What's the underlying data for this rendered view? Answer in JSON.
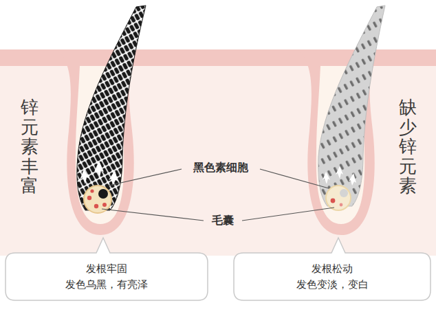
{
  "diagram": {
    "nodes": [
      {
        "text": [
          "发根牢固",
          "发色乌黑，有亮泽"
        ]
      },
      {
        "text": [
          "发根松动",
          "发色变淡，变白"
        ]
      }
    ],
    "labels": [
      "锌元素丰富",
      "黑色素细胞",
      "毛囊",
      "缺少锌元素"
    ]
  }
}
